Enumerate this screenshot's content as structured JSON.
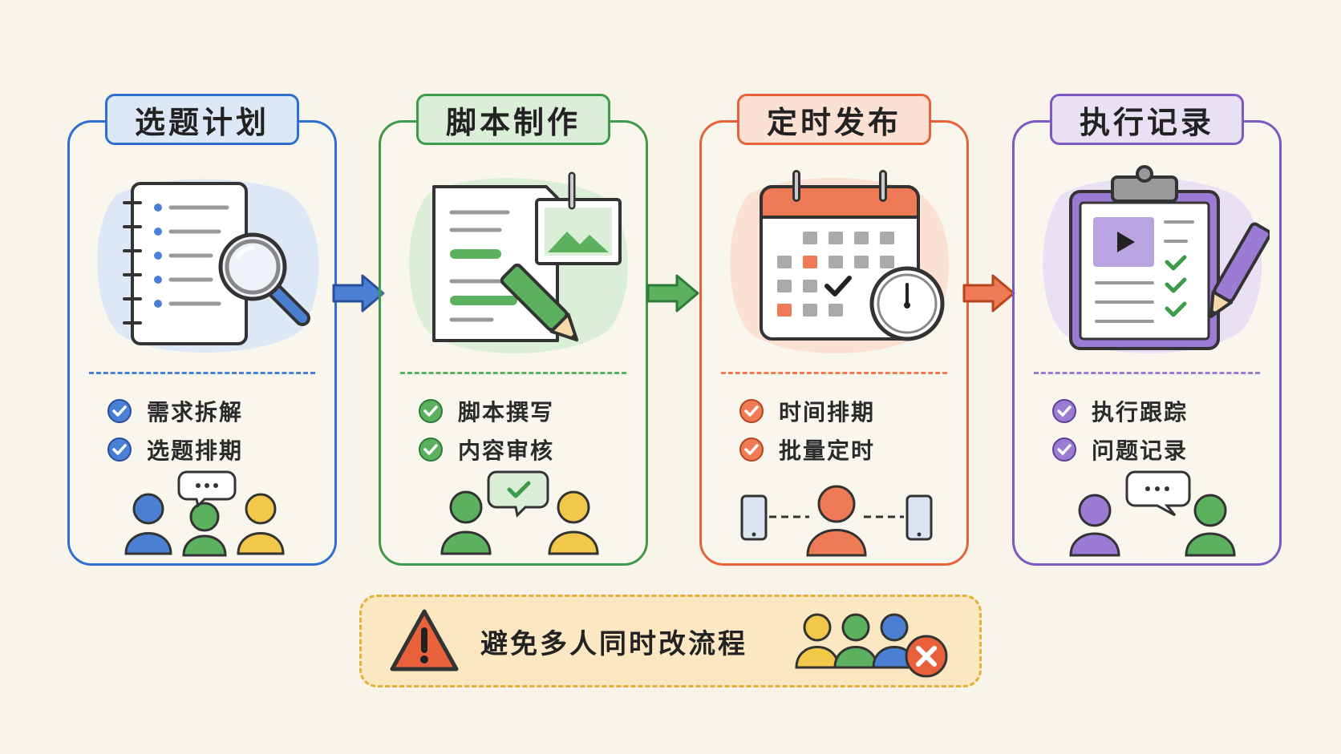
{
  "colors": {
    "blue": "#2f6fcf",
    "blue_fill": "#dce8f6",
    "blue_mark": "#4a7fd4",
    "green": "#3e9b4a",
    "green_fill": "#dbeed8",
    "green_mark": "#5cb15f",
    "orange": "#e8613a",
    "orange_fill": "#fbe1d4",
    "orange_mark": "#ee7b55",
    "purple": "#7b58c2",
    "purple_fill": "#e8e0f3",
    "purple_mark": "#9b7bd4",
    "yellow": "#f2c84b",
    "warning": "#e8613a",
    "warning_border": "#e1b13a"
  },
  "stages": [
    {
      "title": "选题计划",
      "illustration": "notebook-magnifier-icon",
      "checks": [
        "需求拆解",
        "选题排期"
      ],
      "people": "team-discussion-icon"
    },
    {
      "title": "脚本制作",
      "illustration": "document-pencil-icon",
      "checks": [
        "脚本撰写",
        "内容审核"
      ],
      "people": "review-approval-icon"
    },
    {
      "title": "定时发布",
      "illustration": "calendar-clock-icon",
      "checks": [
        "时间排期",
        "批量定时"
      ],
      "people": "multi-device-publish-icon"
    },
    {
      "title": "执行记录",
      "illustration": "clipboard-checklist-icon",
      "checks": [
        "执行跟踪",
        "问题记录"
      ],
      "people": "feedback-chat-icon"
    }
  ],
  "warning": {
    "text": "避免多人同时改流程",
    "icon": "warning-triangle-icon",
    "people_icon": "people-forbidden-icon"
  }
}
